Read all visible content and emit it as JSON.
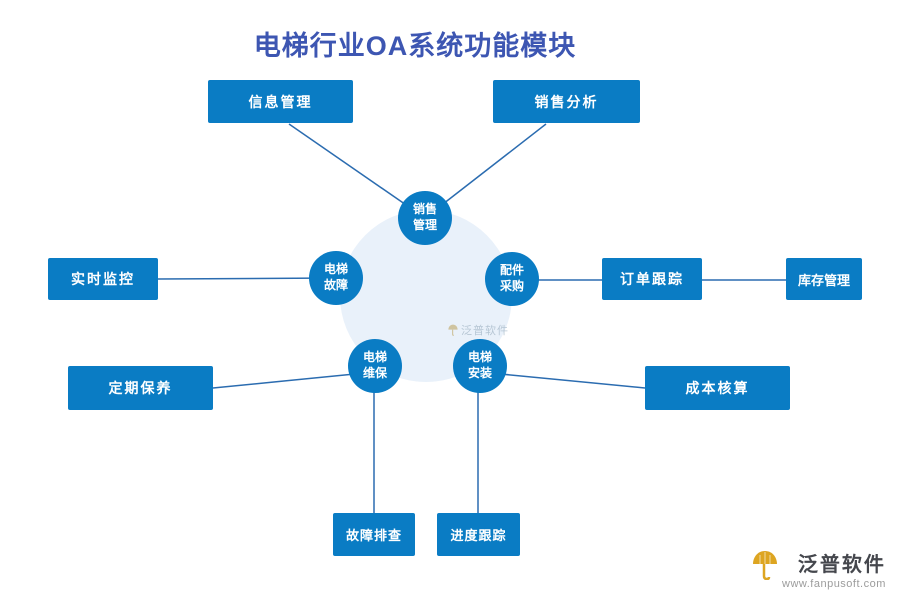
{
  "title": "电梯行业OA系统功能模块",
  "nodes": {
    "sales": "销售\n管理",
    "fault": "电梯\n故障",
    "parts": "配件\n采购",
    "maintain": "电梯\n维保",
    "install": "电梯\n安装"
  },
  "boxes": {
    "info": "信息管理",
    "analysis": "销售分析",
    "monitor": "实时监控",
    "order": "订单跟踪",
    "inventory": "库存管理",
    "upkeep": "定期保养",
    "cost": "成本核算",
    "trouble": "故障排查",
    "progress": "进度跟踪"
  },
  "watermark": "泛普软件",
  "logo": {
    "name": "泛普软件",
    "site": "www.fanpusoft.com"
  },
  "colors": {
    "box_blue": "#0a7cc4",
    "title_blue": "#3d56b2",
    "line_blue": "#2b6cb0",
    "hub_fill": "#e9f1fa",
    "logo_gold": "#dda521"
  }
}
